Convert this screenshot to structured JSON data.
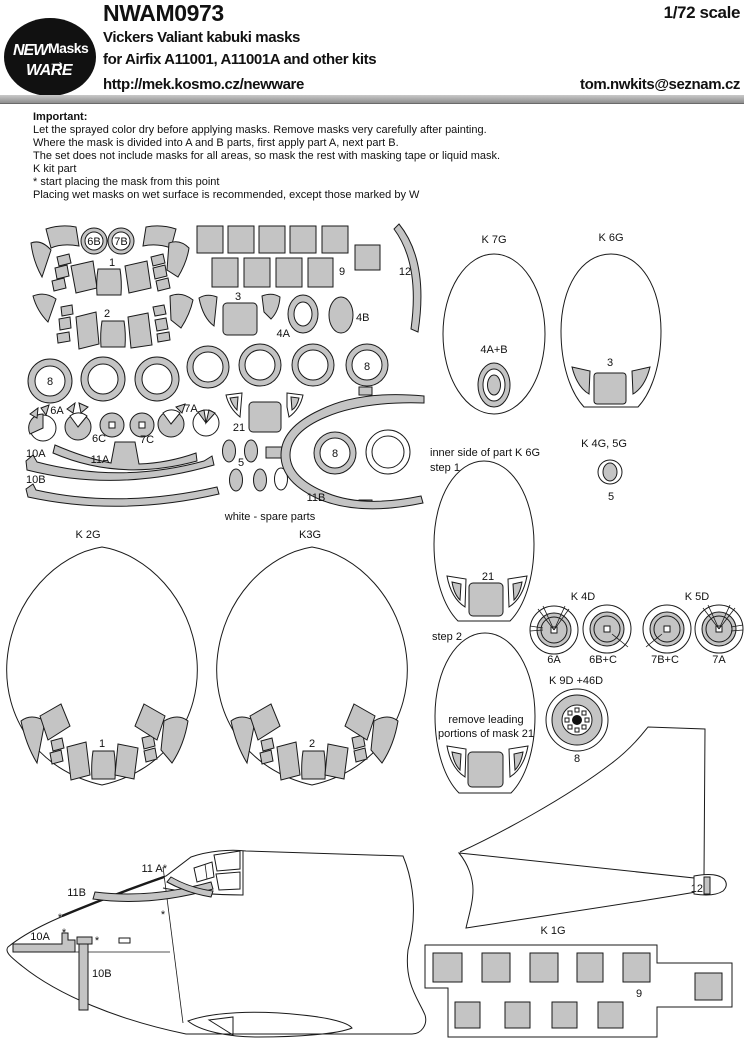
{
  "header": {
    "code": "NWAM0973",
    "scale": "1/72 scale",
    "product": "Vickers Valiant kabuki masks",
    "compatibility": "for Airfix A11001, A11001A and other kits",
    "url": "http://mek.kosmo.cz/newware",
    "email": "tom.nwkits@seznam.cz",
    "logo": {
      "word1": "NEW",
      "word2": "Masks",
      "word3": "WARE",
      "arrow": "→"
    }
  },
  "important": {
    "heading": "Important:",
    "lines": [
      "Let the sprayed color dry before applying masks. Remove masks very carefully after painting.",
      "Where the mask is divided into A and B parts, first apply part A, next part B.",
      "The set does not include masks for all areas, so mask the rest with masking tape or liquid mask.",
      "K kit part",
      "* start placing the mask from this point",
      "Placing wet masks on wet surface is recommended, except those marked by W"
    ]
  },
  "labels": {
    "n1": "1",
    "n2": "2",
    "n3": "3",
    "n5": "5",
    "n8": "8",
    "n9": "9",
    "n12": "12",
    "n21": "21",
    "n4a": "4A",
    "n4b": "4B",
    "n4ab": "4A+B",
    "n6a": "6A",
    "n6b": "6B",
    "n6c": "6C",
    "n6bc": "6B+C",
    "n7a": "7A",
    "n7b": "7B",
    "n7c": "7C",
    "n7bc": "7B+C",
    "n10a": "10A",
    "n10b": "10B",
    "n11a": "11A",
    "n11a_star": "11 A*",
    "n11b": "11B",
    "k1g": "K 1G",
    "k2g": "K 2G",
    "k3g": "K3G",
    "k4d": "K 4D",
    "k5d": "K 5D",
    "k6g": "K 6G",
    "k7g": "K 7G",
    "k4g5g": "K 4G, 5G",
    "k9d": "K 9D +46D",
    "white_spare": "white - spare parts",
    "inner_side": "inner side of part K 6G",
    "step1": "step 1",
    "step2": "step 2",
    "remove1": "remove leading",
    "remove2": "portions of mask 21",
    "star": "*"
  },
  "colors": {
    "mask_fill": "#c4c4c4",
    "logo_bg": "#111111",
    "divider": "#9a9a9a"
  }
}
